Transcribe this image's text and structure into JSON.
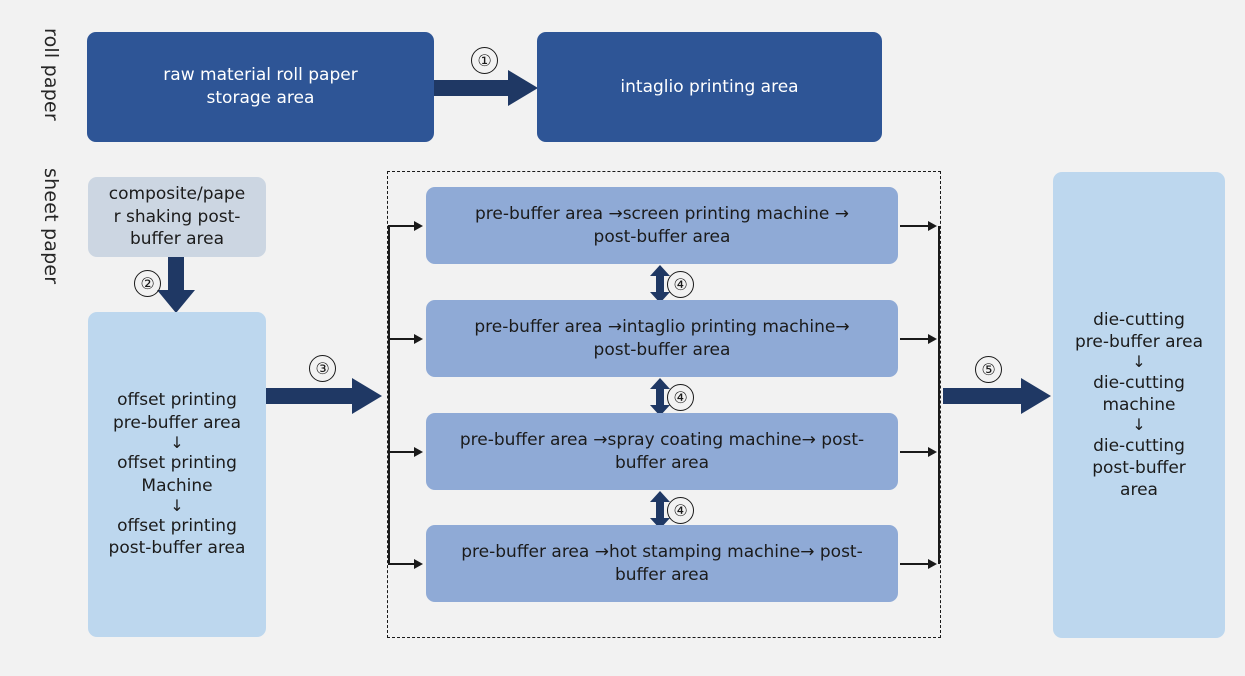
{
  "diagram": {
    "title": "banknote printing production line flow",
    "background_color": "#f2f2f2",
    "colors": {
      "dark_blue": "#2e5596",
      "mid_blue": "#8faad6",
      "light_blue": "#bdd7ee",
      "gray_blue": "#ccd6e2",
      "arrow_navy": "#1f3864",
      "line_black": "#1a1a1a"
    }
  },
  "row_labels": [
    {
      "id": "roll-paper",
      "text": "roll paper"
    },
    {
      "id": "sheet-paper",
      "text": "sheet paper"
    }
  ],
  "nodes": {
    "raw_material": "raw material roll paper\nstorage area",
    "intaglio_area": "intaglio printing area",
    "composite_shaking": "composite/pape\nr shaking post-\nbuffer area",
    "offset_stack": [
      "offset printing\npre-buffer area",
      "offset printing\nMachine",
      "offset printing\npost-buffer area"
    ],
    "process_lines": [
      "pre-buffer area →screen printing machine →\npost-buffer area",
      "pre-buffer area →intaglio printing machine→\npost-buffer area",
      "pre-buffer area →spray coating machine→ post-\nbuffer area",
      "pre-buffer area →hot stamping machine→ post-\nbuffer area"
    ],
    "die_cutting_stack": [
      "die-cutting\npre-buffer area",
      "die-cutting\nmachine",
      "die-cutting\npost-buffer\narea"
    ]
  },
  "step_numbers": {
    "one": "①",
    "two": "②",
    "three": "③",
    "four": "④",
    "five": "⑤"
  },
  "inline_glyphs": {
    "down_arrow": "↓"
  }
}
